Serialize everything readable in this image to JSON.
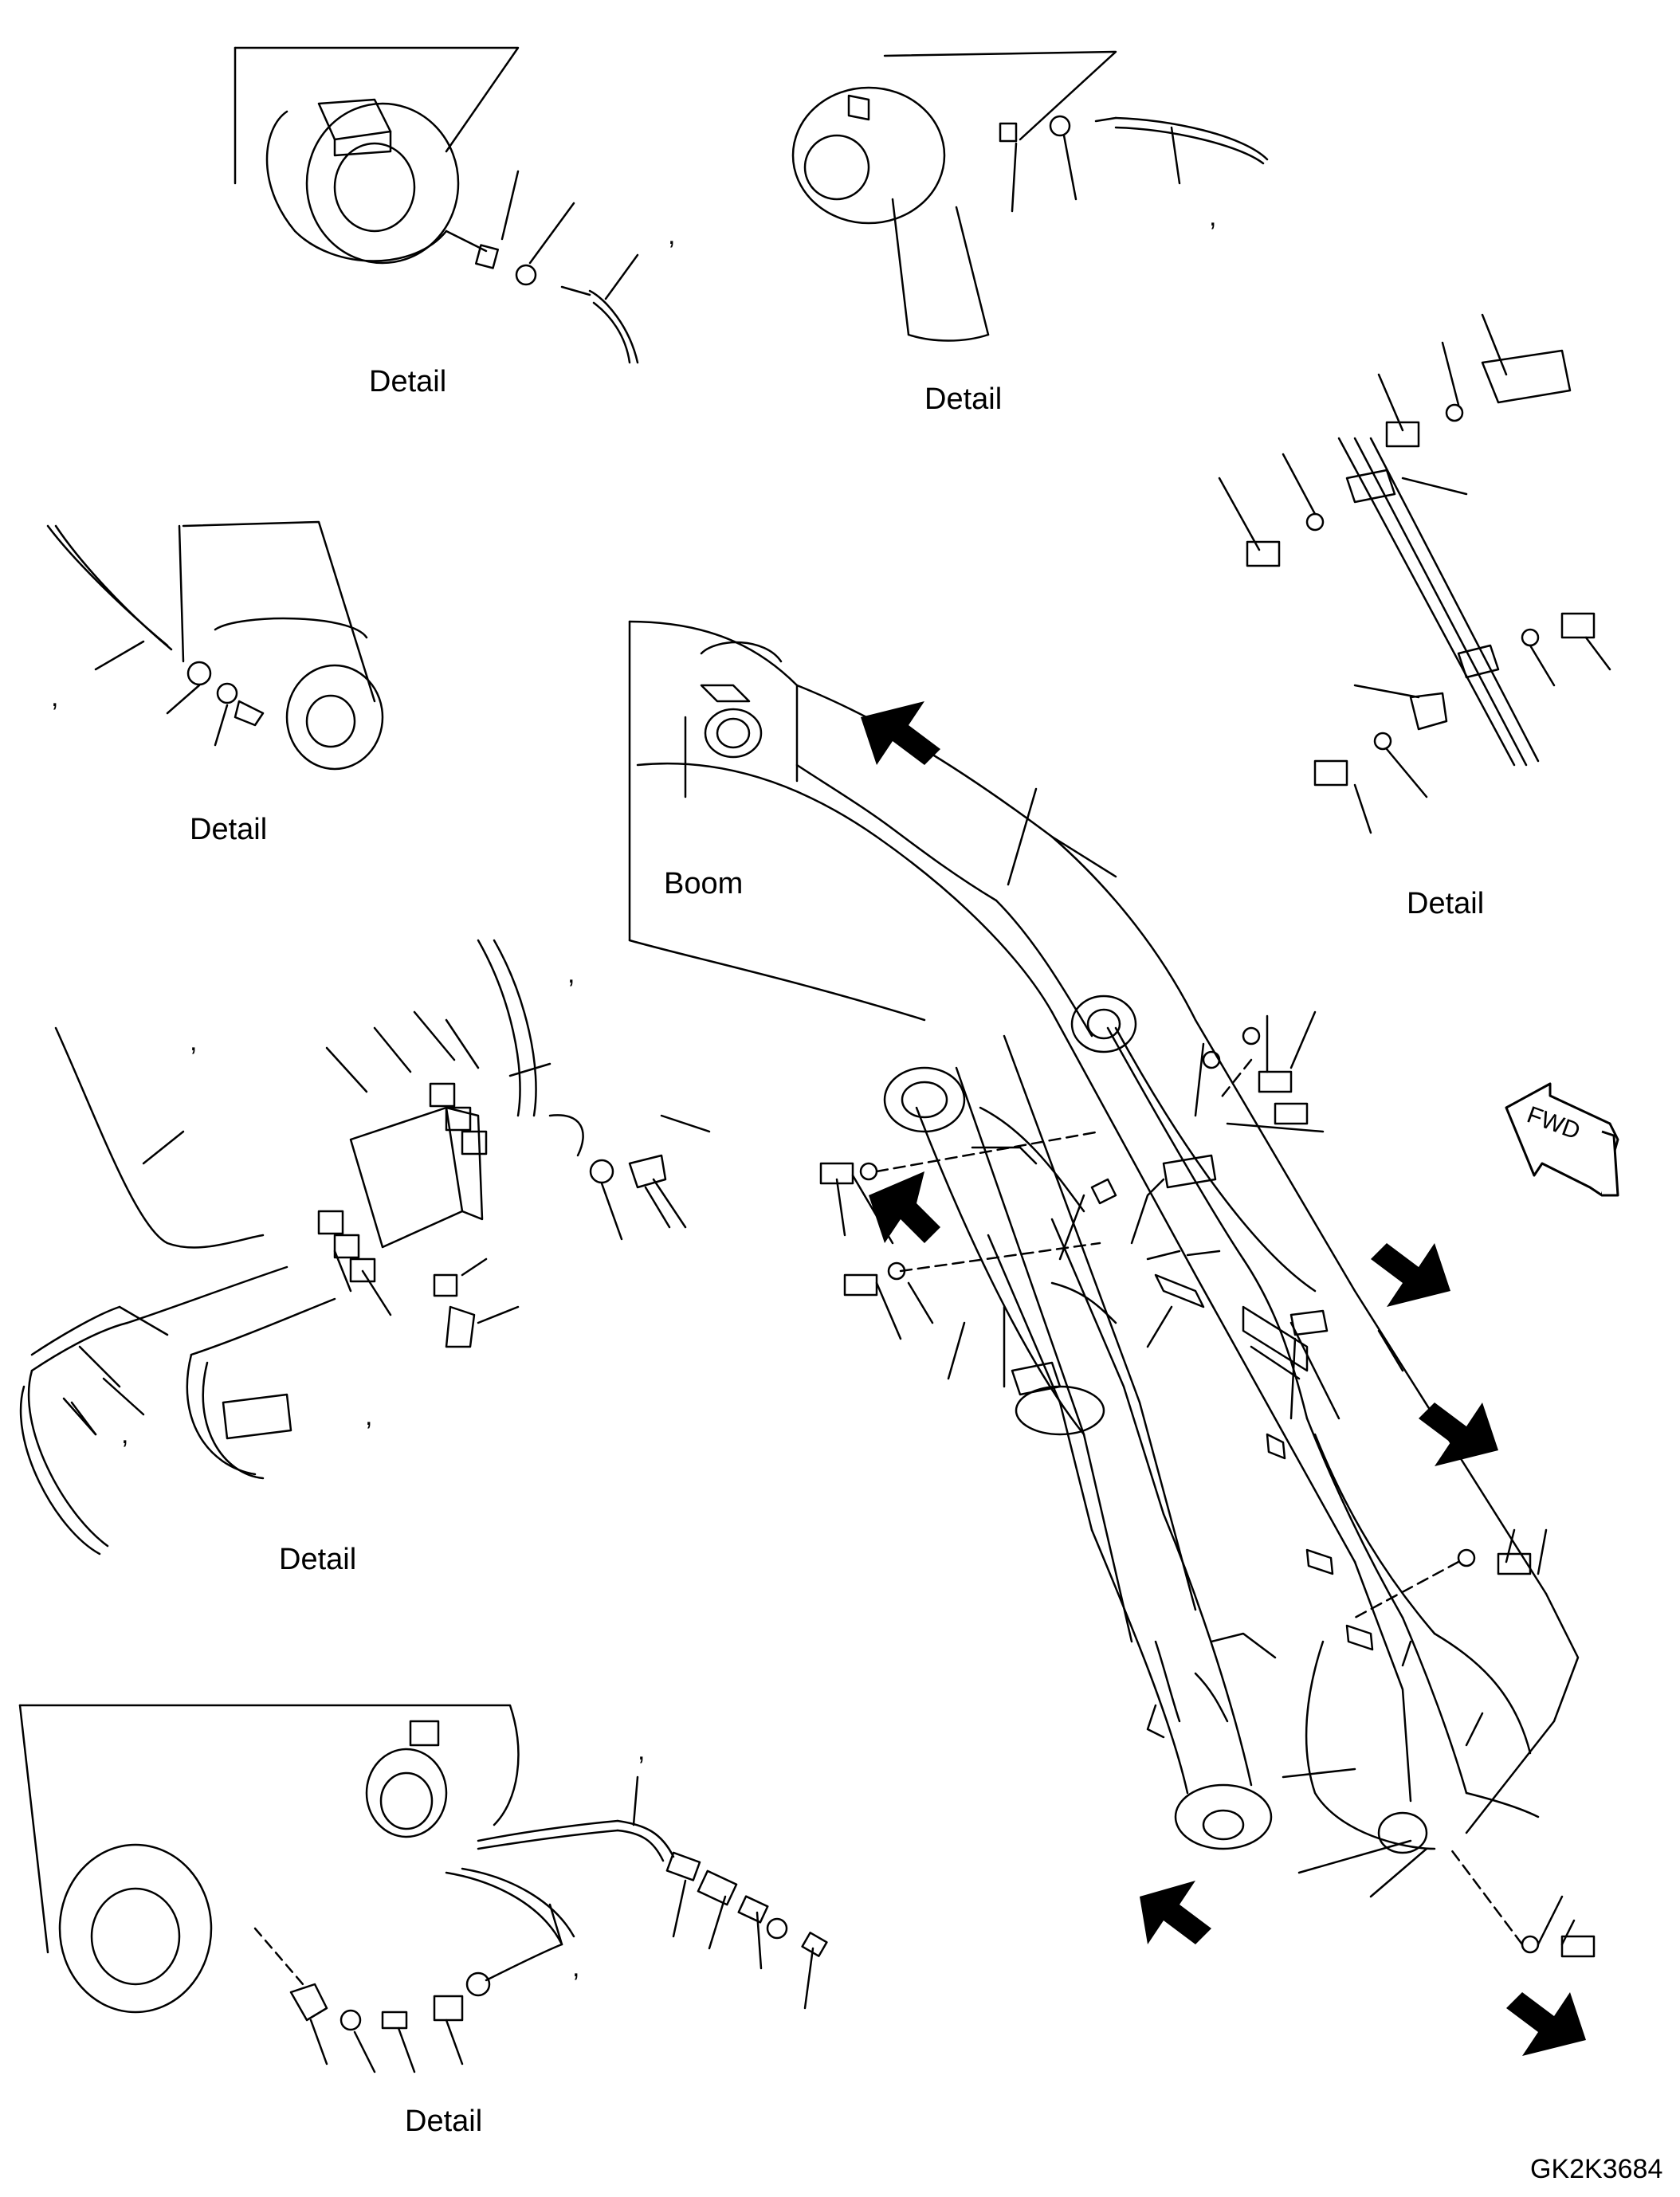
{
  "labels": {
    "detail_top_left": "Detail",
    "detail_top_center": "Detail",
    "detail_right": "Detail",
    "detail_left_upper": "Detail",
    "detail_left_middle": "Detail",
    "detail_bottom": "Detail",
    "boom": "Boom",
    "fwd": "FWD",
    "drawing_code": "GK2K3684",
    "comma": ","
  },
  "colors": {
    "ink": "#000000",
    "paper": "#ffffff"
  },
  "icons": {
    "direction_arrow": "filled-arrow-icon",
    "fwd_arrow": "fwd-arrow-icon"
  }
}
